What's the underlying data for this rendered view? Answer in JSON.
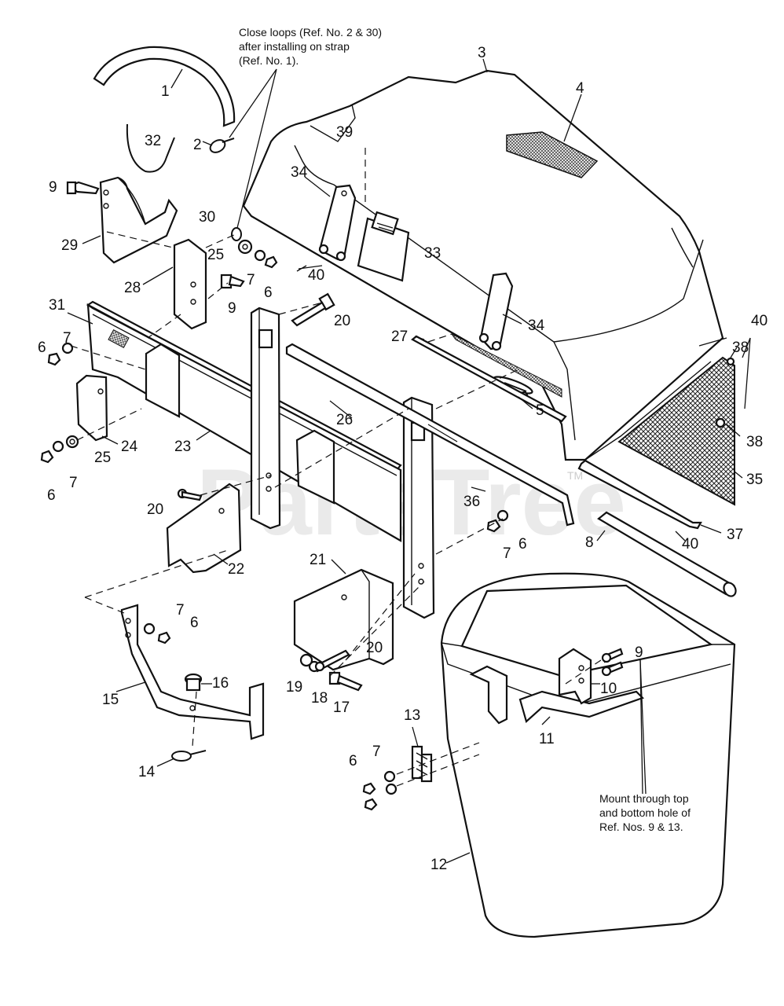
{
  "diagram": {
    "watermark": "PartsTree",
    "trademark": "TM",
    "notes": {
      "top": [
        "Close loops (Ref. No. 2 & 30)",
        "after installing on strap",
        "(Ref. No. 1)."
      ],
      "bottom": [
        "Mount through top",
        "and bottom hole of",
        "Ref. Nos. 9 & 13."
      ]
    },
    "labels": {
      "l1": "1",
      "l2": "2",
      "l3": "3",
      "l4": "4",
      "l5": "5",
      "l6a": "6",
      "l6b": "6",
      "l6c": "6",
      "l6d": "6",
      "l6e": "6",
      "l6f": "6",
      "l7a": "7",
      "l7b": "7",
      "l7c": "7",
      "l7d": "7",
      "l7e": "7",
      "l7f": "7",
      "l8": "8",
      "l9a": "9",
      "l9b": "9",
      "l9c": "9",
      "l10": "10",
      "l11": "11",
      "l12": "12",
      "l13": "13",
      "l14": "14",
      "l15": "15",
      "l16": "16",
      "l17": "17",
      "l18": "18",
      "l19": "19",
      "l20a": "20",
      "l20b": "20",
      "l20c": "20",
      "l21": "21",
      "l22": "22",
      "l23": "23",
      "l24": "24",
      "l25a": "25",
      "l25b": "25",
      "l26": "26",
      "l27": "27",
      "l28": "28",
      "l29": "29",
      "l30": "30",
      "l31": "31",
      "l32": "32",
      "l33": "33",
      "l34a": "34",
      "l34b": "34",
      "l35": "35",
      "l36": "36",
      "l37": "37",
      "l38a": "38",
      "l38b": "38",
      "l39": "39",
      "l40a": "40",
      "l40b": "40",
      "l40c": "40"
    }
  }
}
